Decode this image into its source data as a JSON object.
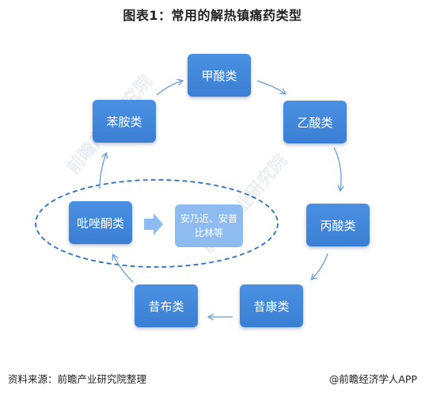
{
  "title": "图表1：常用的解热镇痛药类型",
  "nodes": {
    "formic": "甲酸类",
    "acetic": "乙酸类",
    "propionic": "丙酸类",
    "pukang": "昔康类",
    "pubu": "昔布类",
    "pyrazolone": "吡唑酮类",
    "aniline": "苯胺类"
  },
  "example": "安乃近、安普比林等",
  "footer": {
    "source": "资料来源：前瞻产业研究院整理",
    "brand": "@前瞻经济学人APP"
  },
  "watermark": "前瞻产业研究院",
  "colors": {
    "node": "#3a7fd3",
    "node_light": "#8fbcf0",
    "arrow": "#6a9bd8",
    "ellipse": "#2f6fbf",
    "block_arrow": "#8fbcf0"
  }
}
